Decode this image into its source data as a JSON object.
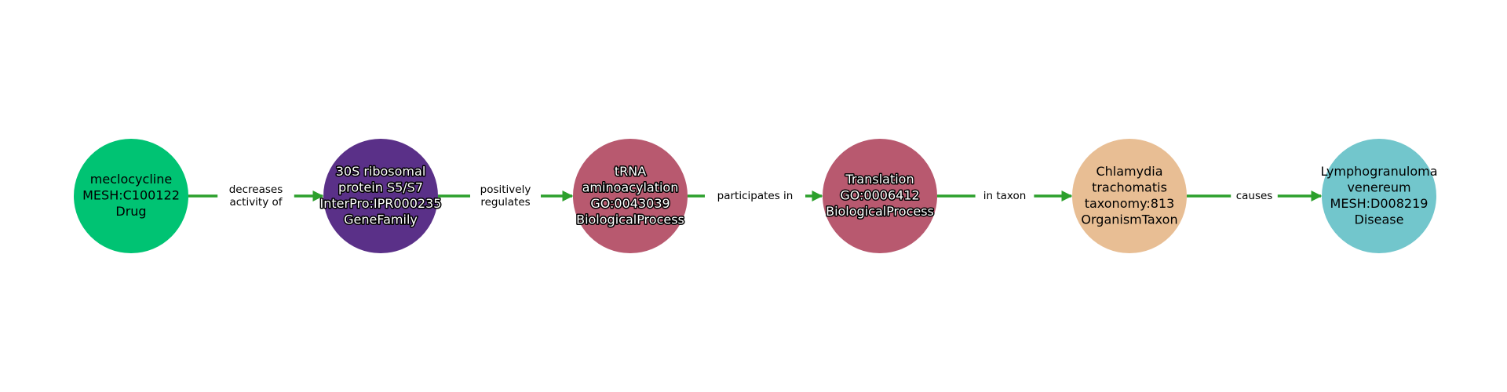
{
  "graph": {
    "edge_color": "#2ca02c",
    "nodes": [
      {
        "id": "n0",
        "lines": [
          "meclocycline",
          "MESH:C100122",
          "Drug"
        ],
        "color": "#00c373",
        "text_style": "plain"
      },
      {
        "id": "n1",
        "lines": [
          "30S ribosomal",
          "protein S5/S7",
          "InterPro:IPR000235",
          "GeneFamily"
        ],
        "color": "#5a3088",
        "text_style": "outlined"
      },
      {
        "id": "n2",
        "lines": [
          "tRNA",
          "aminoacylation",
          "GO:0043039",
          "BiologicalProcess"
        ],
        "color": "#b8596f",
        "text_style": "outlined"
      },
      {
        "id": "n3",
        "lines": [
          "Translation",
          "GO:0006412",
          "BiologicalProcess"
        ],
        "color": "#b8596f",
        "text_style": "outlined"
      },
      {
        "id": "n4",
        "lines": [
          "Chlamydia",
          "trachomatis",
          "taxonomy:813",
          "OrganismTaxon"
        ],
        "color": "#e8be94",
        "text_style": "plain"
      },
      {
        "id": "n5",
        "lines": [
          "Lymphogranuloma",
          "venereum",
          "MESH:D008219",
          "Disease"
        ],
        "color": "#72c6cc",
        "text_style": "plain"
      }
    ],
    "edges": [
      {
        "source": "n0",
        "target": "n1",
        "label_lines": [
          "decreases",
          "activity of"
        ]
      },
      {
        "source": "n1",
        "target": "n2",
        "label_lines": [
          "positively",
          "regulates"
        ]
      },
      {
        "source": "n2",
        "target": "n3",
        "label_lines": [
          "participates in"
        ]
      },
      {
        "source": "n3",
        "target": "n4",
        "label_lines": [
          "in taxon"
        ]
      },
      {
        "source": "n4",
        "target": "n5",
        "label_lines": [
          "causes"
        ]
      }
    ]
  }
}
